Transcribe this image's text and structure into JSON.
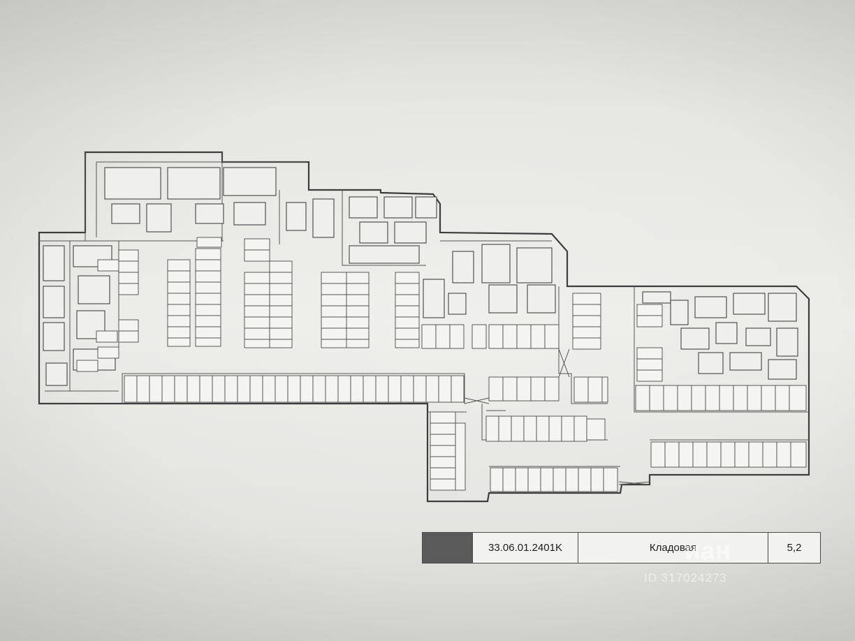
{
  "legend": {
    "swatch_color": "#5a5a5a",
    "code": "33.06.01.2401K",
    "type": "Кладовая",
    "area": "5,2"
  },
  "watermark": {
    "logo_text": "иан",
    "id_text": "ID 317024273"
  },
  "plan": {
    "wall_color": "#3d3d3d",
    "cell_color": "#f4f4f2"
  }
}
